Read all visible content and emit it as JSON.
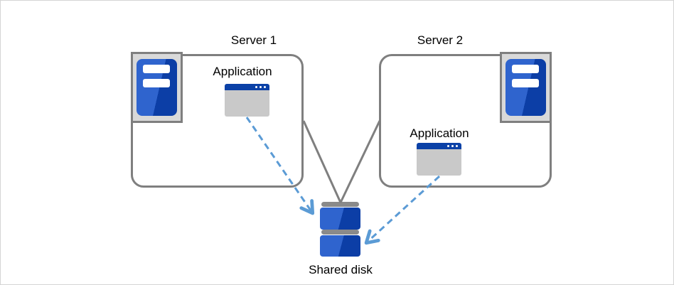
{
  "diagram": {
    "nodes": {
      "server1": {
        "label": "Server 1",
        "application_label": "Application"
      },
      "server2": {
        "label": "Server 2",
        "application_label": "Application"
      },
      "shared_disk": {
        "label": "Shared disk"
      }
    },
    "edges": [
      {
        "from": "server1-box",
        "to": "shared-disk",
        "style": "solid-gray-line"
      },
      {
        "from": "server2-box",
        "to": "shared-disk",
        "style": "solid-gray-line"
      },
      {
        "from": "server1-application",
        "to": "shared-disk",
        "style": "dashed-blue-arrow"
      },
      {
        "from": "server2-application",
        "to": "shared-disk",
        "style": "dashed-blue-arrow"
      }
    ],
    "colors": {
      "box_border_gray": "#7f7f7f",
      "server_icon_background_gray": "#d9d9d9",
      "icon_blue_light": "#2f64ce",
      "icon_blue_dark": "#0c3ea6",
      "app_titlebar_blue": "#0b41a7",
      "app_body_gray": "#c9c9c9",
      "disk_bar_gray": "#8a8a8a",
      "arrow_dashed_blue": "#5b9bd5"
    }
  }
}
